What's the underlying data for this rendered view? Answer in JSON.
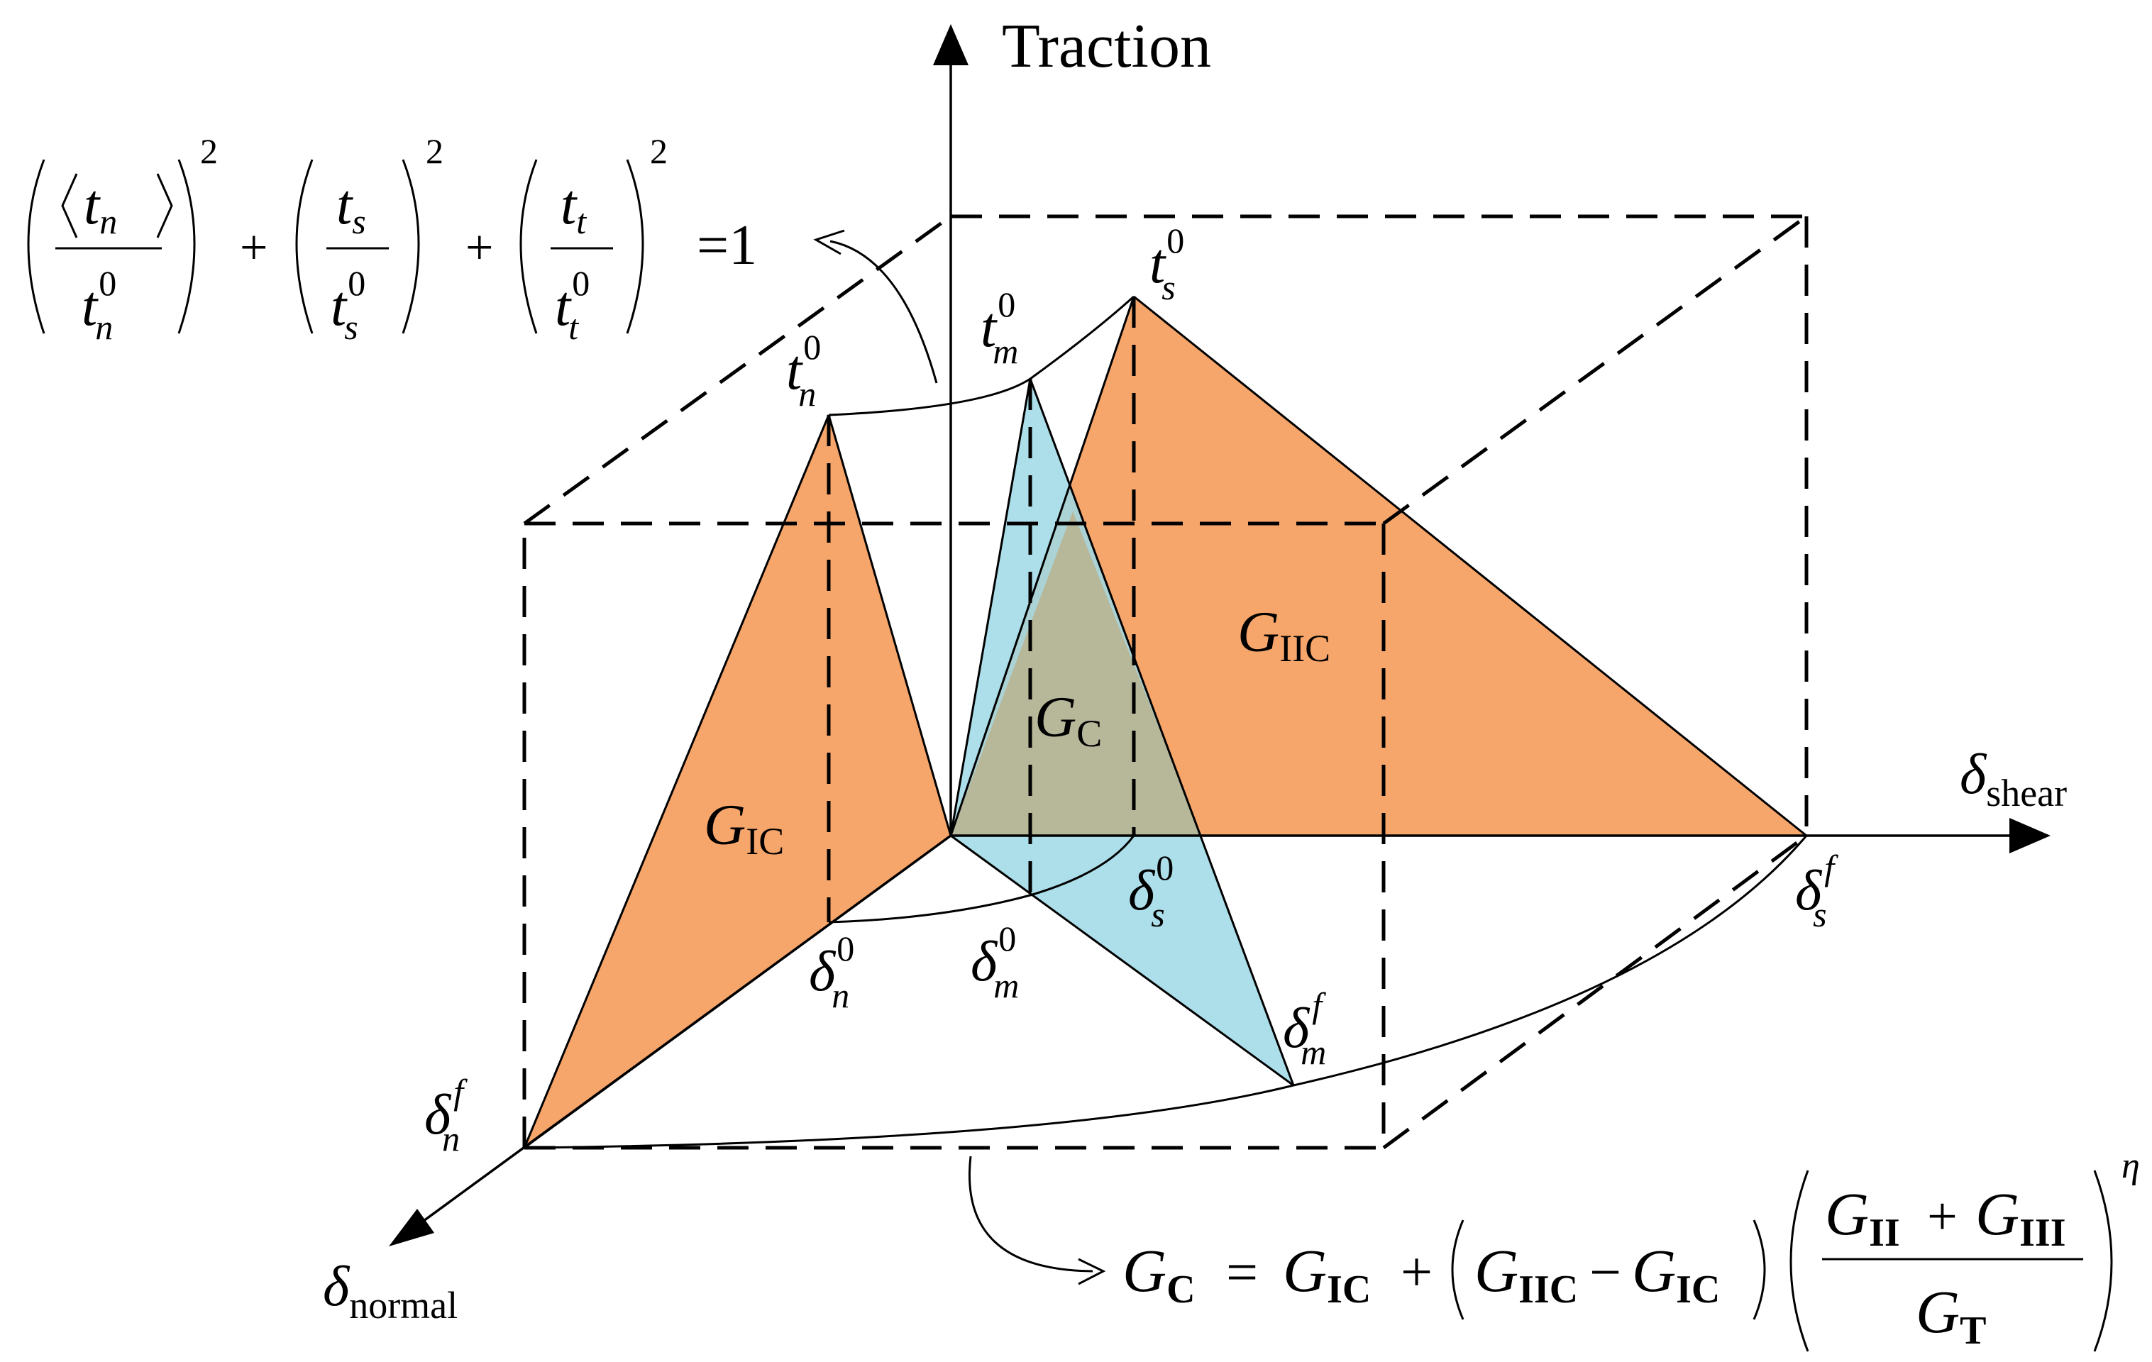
{
  "colors": {
    "orange": "#f7a66b",
    "blue": "#9ed9e6",
    "overlap": "#b7b79a",
    "line": "#000000"
  },
  "axes": {
    "vertical": "Traction",
    "horizontal_symbol": "δ",
    "horizontal_sub": "shear",
    "depth_symbol": "δ",
    "depth_sub": "normal"
  },
  "regions": {
    "mode1": {
      "main": "G",
      "sub": "IC"
    },
    "mode2": {
      "main": "G",
      "sub": "IIC"
    },
    "mixed": {
      "main": "G",
      "sub": "C"
    }
  },
  "point_labels": {
    "tn0": {
      "main": "t",
      "sub": "n",
      "sup": "0"
    },
    "tm0": {
      "main": "t",
      "sub": "m",
      "sup": "0"
    },
    "ts0": {
      "main": "t",
      "sub": "s",
      "sup": "0"
    },
    "dn0": {
      "main": "δ",
      "sub": "n",
      "sup": "0"
    },
    "dm0": {
      "main": "δ",
      "sub": "m",
      "sup": "0"
    },
    "ds0": {
      "main": "δ",
      "sub": "s",
      "sup": "0"
    },
    "dnf": {
      "main": "δ",
      "sub": "n",
      "sup": "f"
    },
    "dmf": {
      "main": "δ",
      "sub": "m",
      "sup": "f"
    },
    "dsf": {
      "main": "δ",
      "sub": "s",
      "sup": "f"
    }
  },
  "quads_criterion": {
    "num1": "t",
    "num1_sub": "n",
    "den1": "t",
    "den1_sub": "n",
    "den1_sup": "0",
    "num2": "t",
    "num2_sub": "s",
    "den2": "t",
    "den2_sub": "s",
    "den2_sup": "0",
    "num3": "t",
    "num3_sub": "t",
    "den3": "t",
    "den3_sub": "t",
    "den3_sup": "0",
    "power": "2",
    "plus": "+",
    "rhs": "=1"
  },
  "bk_criterion": {
    "lhs": "G",
    "lhs_sub": "C",
    "eq": "=",
    "g1": "G",
    "g1_sub": "IC",
    "plus1": "+",
    "g2": "G",
    "g2_sub": "IIC",
    "minus": "−",
    "g3": "G",
    "g3_sub": "IC",
    "num_a": "G",
    "num_a_sub": "II",
    "plus2": "+",
    "num_b": "G",
    "num_b_sub": "III",
    "den": "G",
    "den_sub": "T",
    "exponent": "η"
  }
}
